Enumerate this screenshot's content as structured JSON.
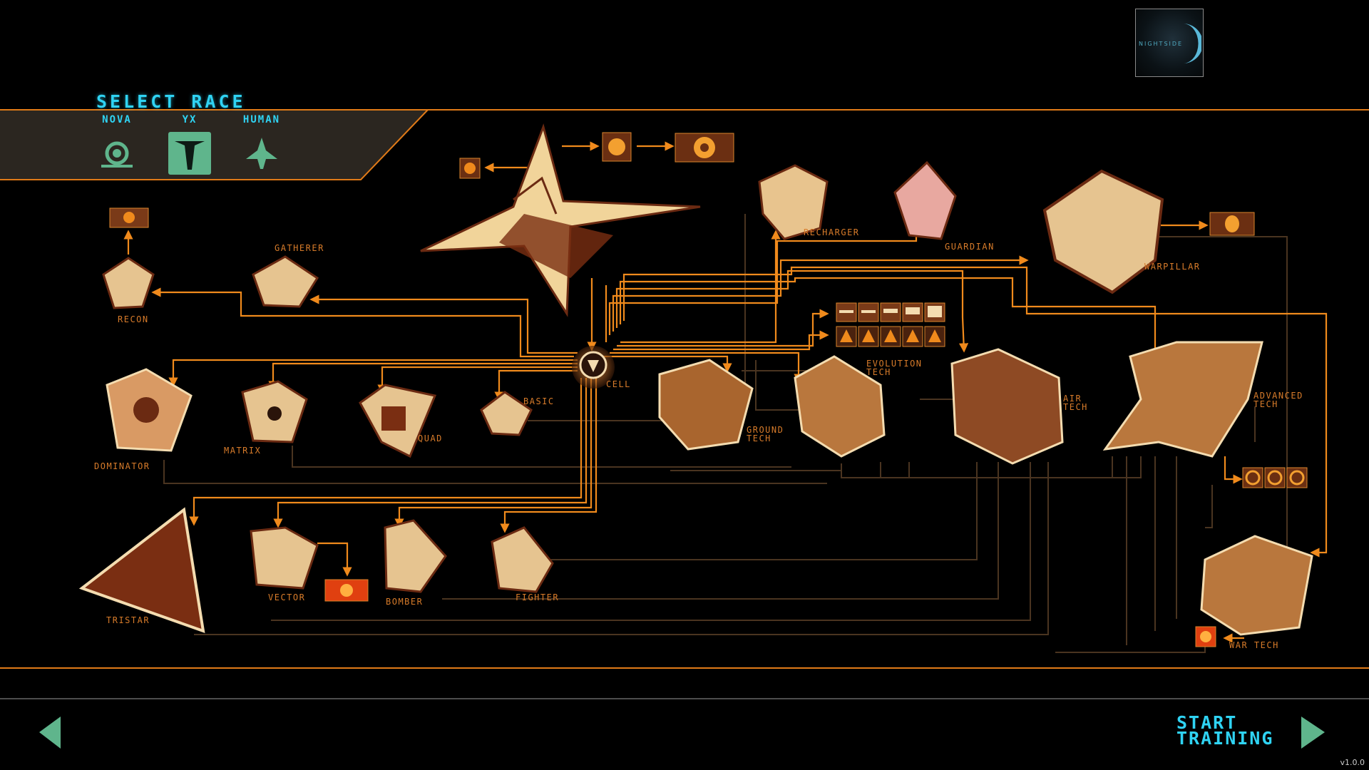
{
  "header": {
    "title": "SELECT RACE",
    "logo_text": "NIGHTSIDE"
  },
  "races": [
    {
      "label": "NOVA",
      "selected": false
    },
    {
      "label": "YX",
      "selected": true
    },
    {
      "label": "HUMAN",
      "selected": false
    }
  ],
  "units": {
    "cell": "CELL",
    "recharger": "RECHARGER",
    "guardian": "GUARDIAN",
    "warpillar": "WARPILLAR",
    "gatherer": "GATHERER",
    "recon": "RECON",
    "evolution_tech": [
      "EVOLUTION",
      "TECH"
    ],
    "basic": "BASIC",
    "air_tech": [
      "AIR",
      "TECH"
    ],
    "advanced_tech": [
      "ADVANCED",
      "TECH"
    ],
    "dominator": "DOMINATOR",
    "matrix": "MATRIX",
    "quad": "QUAD",
    "ground_tech": [
      "GROUND",
      "TECH"
    ],
    "tristar": "TRISTAR",
    "vector": "VECTOR",
    "bomber": "BOMBER",
    "fighter": "FIGHTER",
    "war_tech": "WAR TECH"
  },
  "footer": {
    "start_lines": [
      "START",
      "TRAINING"
    ],
    "version": "v1.0.0"
  },
  "colors": {
    "accent": "#2fd3f3",
    "tree_line": "#f08a1c",
    "dim_line": "#4a3420",
    "label": "#d77b2a",
    "selected_bg": "#5fb58c",
    "nav_arrow": "#5fb58c",
    "unit_light": "#f4dcb0",
    "unit_dark": "#6b2a12"
  }
}
